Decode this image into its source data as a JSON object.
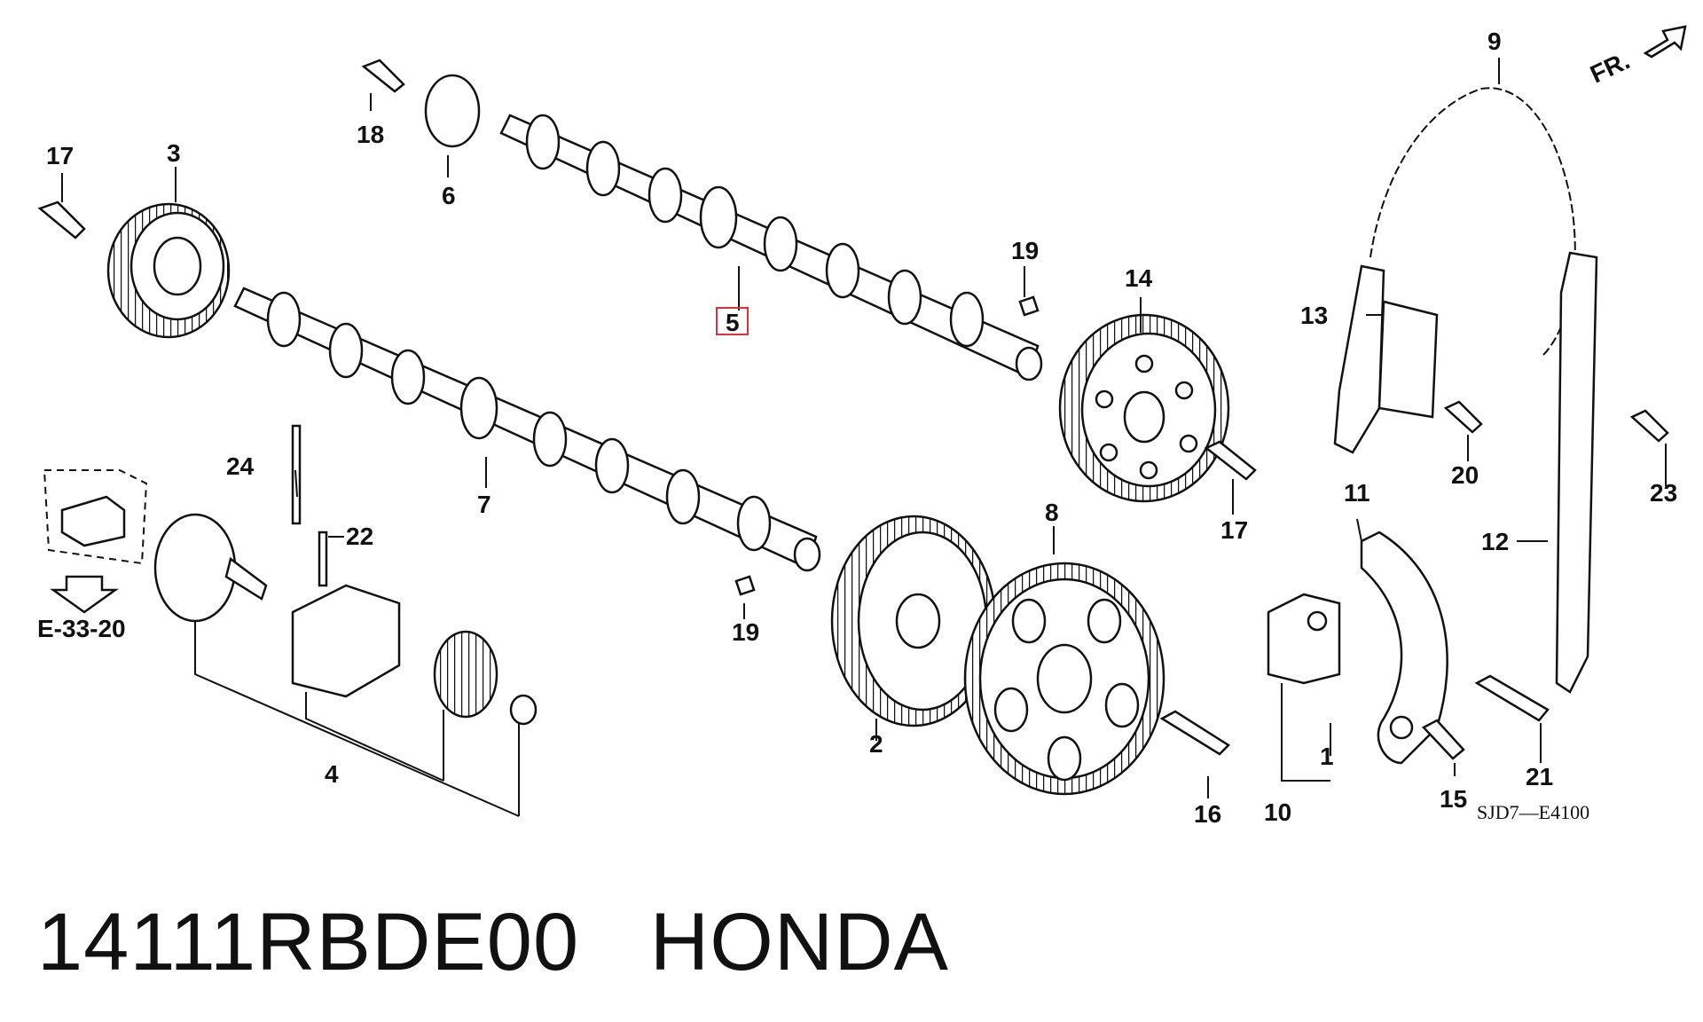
{
  "diagram": {
    "callouts": {
      "c1": "1",
      "c2": "2",
      "c3": "3",
      "c4": "4",
      "c5": "5",
      "c6": "6",
      "c7": "7",
      "c8": "8",
      "c9": "9",
      "c10": "10",
      "c11": "11",
      "c12": "12",
      "c13": "13",
      "c14": "14",
      "c15": "15",
      "c16": "16",
      "c17a": "17",
      "c17b": "17",
      "c18": "18",
      "c19a": "19",
      "c19b": "19",
      "c20": "20",
      "c21": "21",
      "c22": "22",
      "c23": "23",
      "c24": "24"
    },
    "reference": "E-33-20",
    "front_marker": "FR.",
    "figure_code": "SJD7—E4100",
    "highlight_color": "#e0303a"
  },
  "caption": {
    "text": "14111RBDE00   HONDA"
  }
}
